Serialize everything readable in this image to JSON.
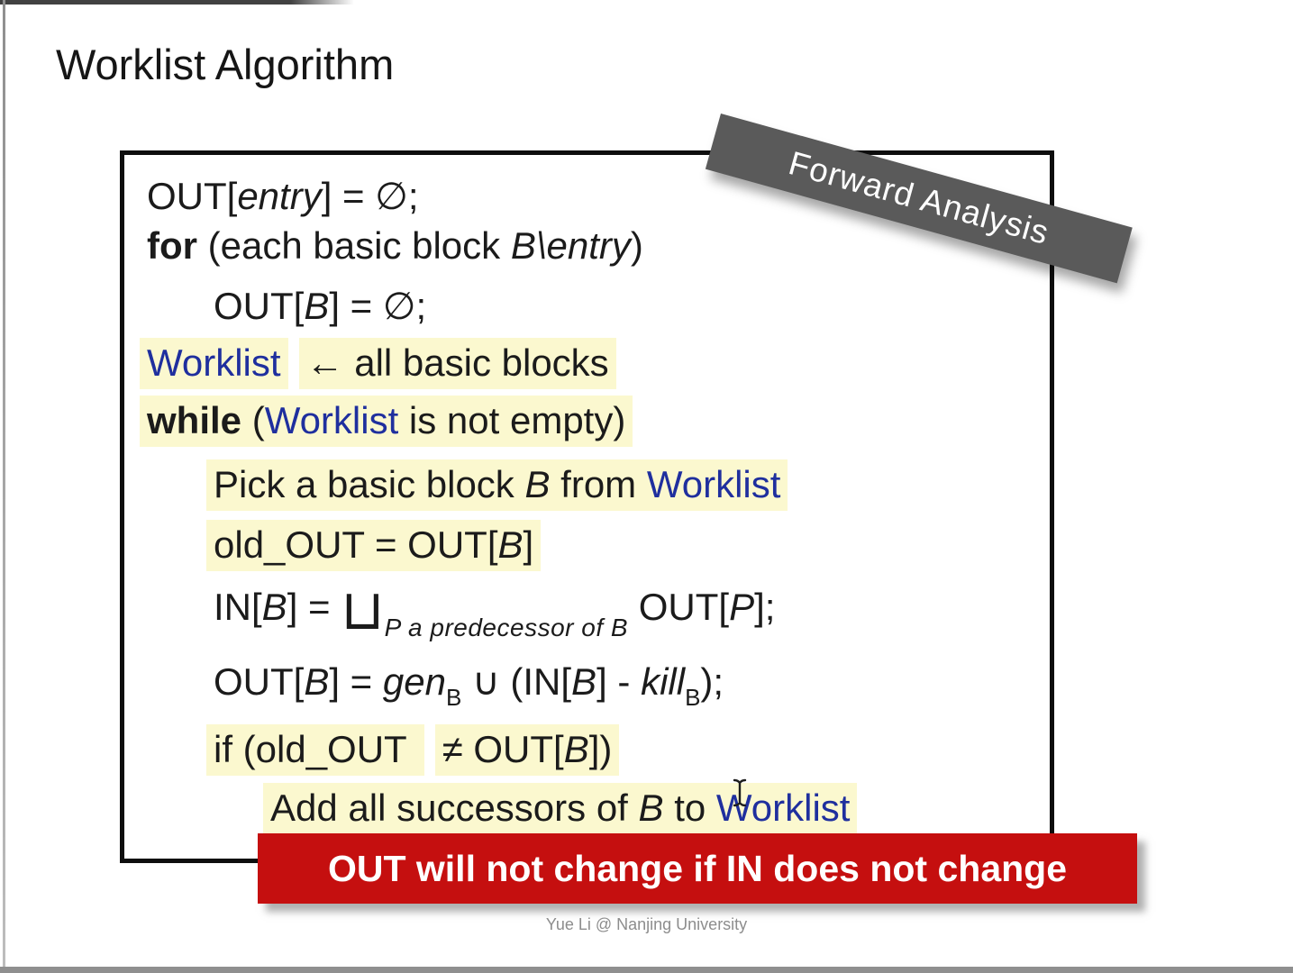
{
  "slide": {
    "title": "Worklist Algorithm",
    "banner": "Forward Analysis",
    "callout": "OUT will not change if IN does not change",
    "footer": "Yue Li @ Nanjing University"
  },
  "colors": {
    "term_blue": "#1f2f9e",
    "highlight_yellow": "#fbf8cf",
    "callout_red": "#c50f0f",
    "banner_gray": "#5a5a5a",
    "box_border": "#0e0e0e"
  },
  "icons": {
    "cursor": "ibeam-text-cursor-icon"
  },
  "code": {
    "l1": {
      "a": "OUT[",
      "b": "entry",
      "c": "] = ∅;"
    },
    "l2": {
      "kw": "for",
      "a": " (each basic block ",
      "b": "B\\entry",
      "c": ")"
    },
    "l3": {
      "a": "OUT[",
      "b": "B",
      "c": "] = ∅;"
    },
    "l4": {
      "a": "Worklist",
      "b": "← all basic blocks"
    },
    "l5": {
      "kw": "while",
      "a": " (",
      "b": "Worklist",
      "c": " is not empty)"
    },
    "l6": {
      "a": "Pick a basic block ",
      "b": "B",
      "c": " from ",
      "d": "Worklist"
    },
    "l7": {
      "a": "old_OUT = OUT[",
      "b": "B",
      "c": "]"
    },
    "l8": {
      "a": "IN[",
      "b": "B",
      "c": "] = ",
      "op": "⊔",
      "sub": "P a predecessor of B",
      "d": " OUT[",
      "e": "P",
      "f": "];"
    },
    "l9": {
      "a": "OUT[",
      "b": "B",
      "c": "] = ",
      "d": "gen",
      "e": "B",
      "f": " ∪ (IN[",
      "g": "B",
      "h": "] - ",
      "i": "kill",
      "j": "B",
      "k": ");"
    },
    "l10": {
      "a": "if (old_OUT ",
      "b": "≠ OUT[",
      "c": "B",
      "d": "])"
    },
    "l11": {
      "a": "Add all successors of ",
      "b": "B",
      "c": " to ",
      "d": "Worklist"
    }
  }
}
